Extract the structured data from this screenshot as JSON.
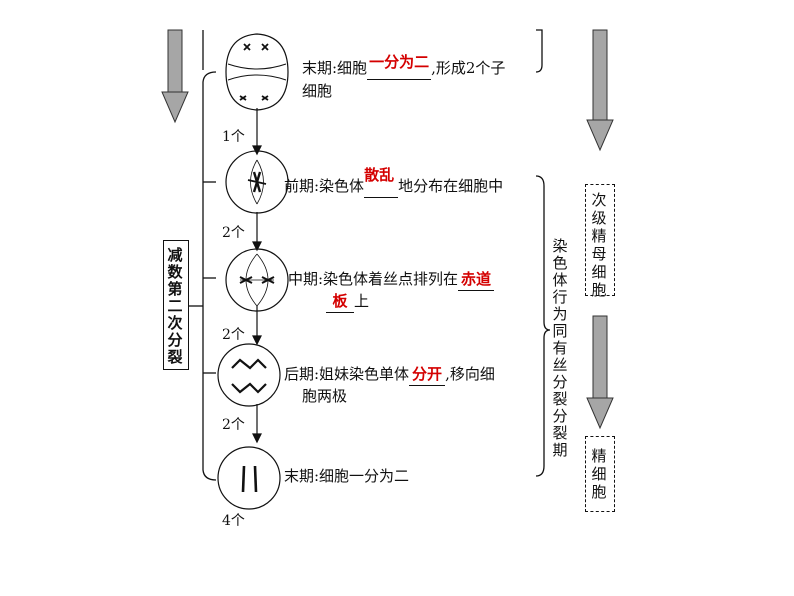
{
  "stages": [
    {
      "prefix": "末期:细胞",
      "answer": "一分为二",
      "suffix": ",形成2个子",
      "line2": "细胞",
      "count": "1个"
    },
    {
      "prefix": "前期:染色体",
      "answer": "散乱",
      "suffix": "地分布在细胞中",
      "count": "2个"
    },
    {
      "prefix": "中期:染色体着丝点排列在",
      "answer": "赤道",
      "line2_answer": "板",
      "line2_suffix": "上",
      "count": "2个"
    },
    {
      "prefix": "后期:姐妹染色单体",
      "answer": "分开",
      "suffix": ",移向细",
      "line2": "胞两极",
      "count": "2个"
    },
    {
      "text": "末期:细胞一分为二",
      "count": "4个"
    }
  ],
  "left_label": "减数第二次分裂",
  "right_label": "染色体行为同有丝分裂分裂期",
  "box_secondary": "次级精母细胞",
  "box_sperm": "精细胞",
  "colors": {
    "answer": "#d40000",
    "lines": "#111111",
    "arrow_fill": "#a6a6a6"
  }
}
